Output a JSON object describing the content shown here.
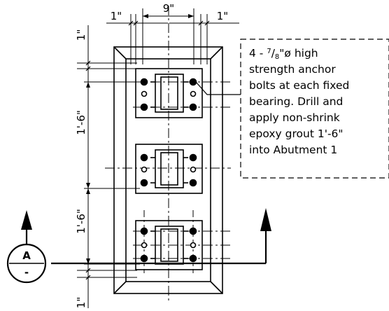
{
  "dimensions": {
    "top_left": "1\"",
    "top_middle": "9\"",
    "top_right": "1\"",
    "left_top": "1\"",
    "left_spacing_1": "1'-6\"",
    "left_spacing_2": "1'-6\"",
    "left_bottom": "1\""
  },
  "note": {
    "line1_prefix": "4 - ",
    "frac_num": "7",
    "frac_den": "8",
    "line1_suffix": "\"ø high",
    "line2": "strength anchor",
    "line3": "bolts at each fixed",
    "line4": "bearing. Drill and",
    "line5": "apply non-shrink",
    "line6": "epoxy grout 1'-6\"",
    "line7": "into Abutment 1"
  },
  "section": {
    "letter": "A",
    "sheet": "-"
  }
}
